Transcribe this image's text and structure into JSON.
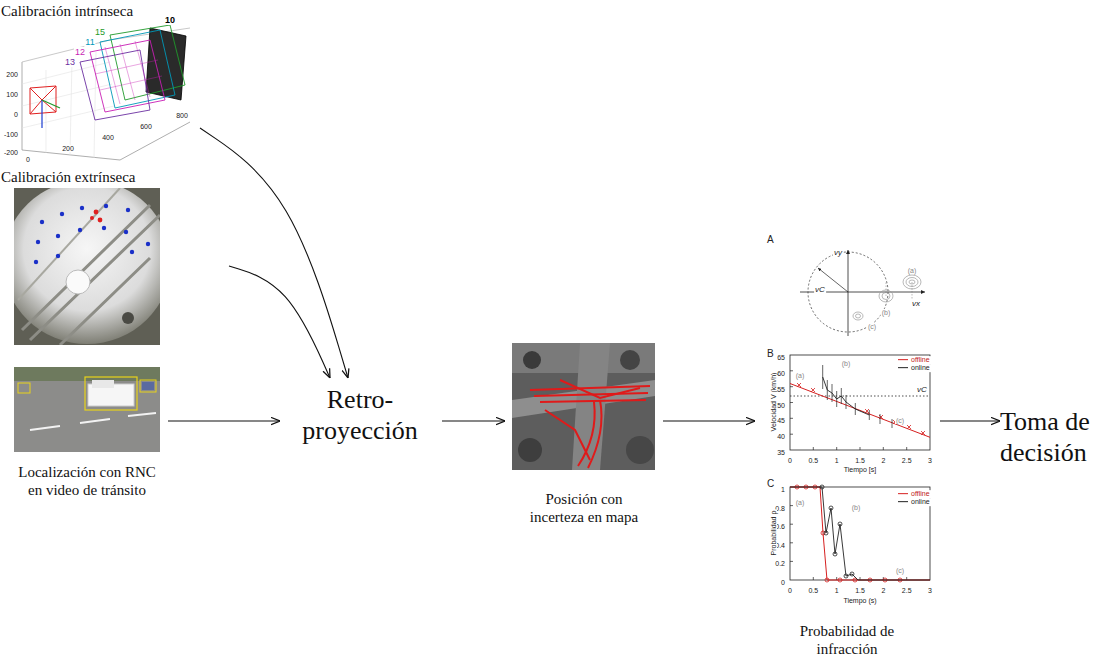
{
  "diagram": {
    "nodes": [
      {
        "text": [
          "Calibración intrínseca"
        ]
      },
      {
        "text": [
          "Calibración extrínseca"
        ]
      },
      {
        "text": [
          "Localización con RNC en video de tránsito"
        ]
      },
      {
        "text": [
          "Retro- proyección"
        ]
      },
      {
        "text": [
          "Posición con incerteza en mapa"
        ]
      },
      {
        "text": [
          "Probabilidad de infracción"
        ]
      },
      {
        "text": [
          "Toma de decisión"
        ]
      }
    ],
    "edges": [
      {
        "from": 0,
        "to": 3,
        "arrow": "to"
      },
      {
        "from": 1,
        "to": 3,
        "arrow": "to"
      },
      {
        "from": 2,
        "to": 3,
        "arrow": "to"
      },
      {
        "from": 3,
        "to": 4,
        "arrow": "to"
      },
      {
        "from": 4,
        "to": 5,
        "arrow": "to"
      },
      {
        "from": 5,
        "to": 6,
        "arrow": "to"
      }
    ],
    "labels": [
      "200",
      "100",
      "0",
      "-100",
      "-200",
      "0",
      "200",
      "400",
      "600",
      "800",
      "10",
      "11",
      "12",
      "13",
      "15",
      "A",
      "vy",
      "vx",
      "vC",
      "(a)",
      "(b)",
      "(c)",
      "B",
      "65",
      "60",
      "55",
      "50",
      "45",
      "40",
      "35",
      "0",
      "0.5",
      "1",
      "1.5",
      "2",
      "2.5",
      "3",
      "Velocidad V (km/h)",
      "Tiempo [s]",
      "vC",
      "(a)",
      "(b)",
      "(c)",
      "C",
      "1",
      "0.8",
      "0.6",
      "0.4",
      "0.2",
      "0",
      "0",
      "0.5",
      "1",
      "1.5",
      "2",
      "2.5",
      "3",
      "Probabilidad ρ",
      "Tiempo (s)",
      "(a)",
      "(b)",
      "(c)"
    ],
    "legend": [
      {
        "text": "offline"
      },
      {
        "text": "online"
      },
      {
        "text": "offline"
      },
      {
        "text": "online"
      }
    ]
  }
}
